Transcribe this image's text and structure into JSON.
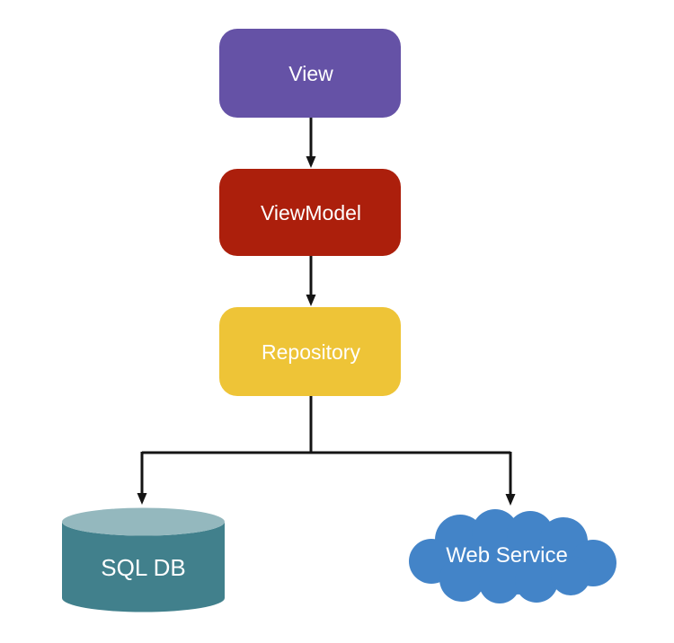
{
  "nodes": {
    "view": {
      "label": "View",
      "shape": "rounded-rect",
      "color": "#6552a6"
    },
    "viewmodel": {
      "label": "ViewModel",
      "shape": "rounded-rect",
      "color": "#ac1f0c"
    },
    "repository": {
      "label": "Repository",
      "shape": "rounded-rect",
      "color": "#eec437"
    },
    "sql_db": {
      "label": "SQL DB",
      "shape": "cylinder",
      "color": "#41808c",
      "top_color": "#94b8be"
    },
    "web_service": {
      "label": "Web Service",
      "shape": "cloud",
      "color": "#4384c8"
    }
  },
  "edges": [
    {
      "from": "View",
      "to": "ViewModel"
    },
    {
      "from": "ViewModel",
      "to": "Repository"
    },
    {
      "from": "Repository",
      "to": "SQL DB"
    },
    {
      "from": "Repository",
      "to": "Web Service"
    }
  ],
  "colors": {
    "background": "#ffffff",
    "connector": "#141414",
    "label_text": "#ffffff"
  }
}
